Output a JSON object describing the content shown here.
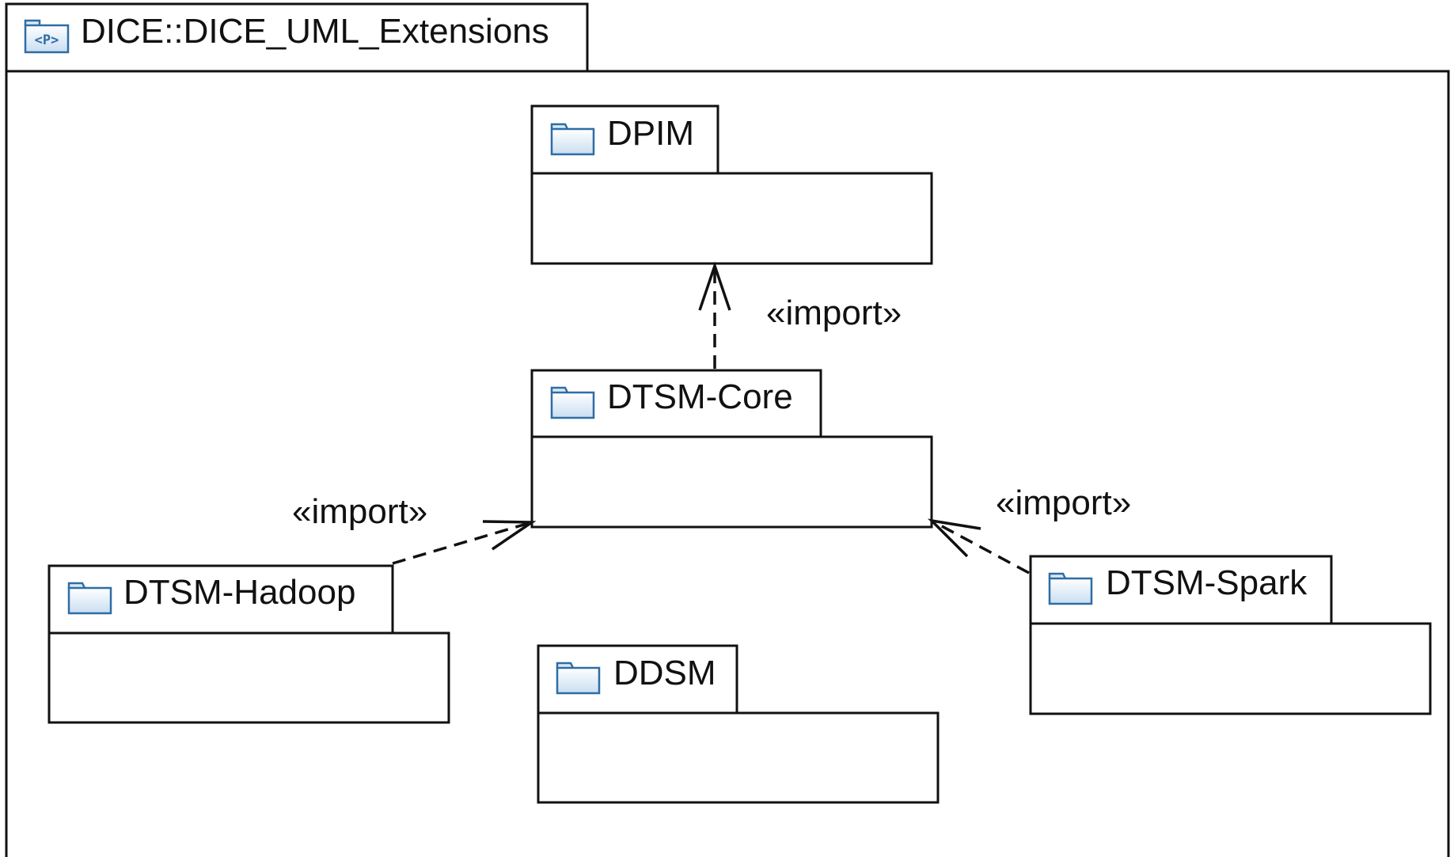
{
  "diagram": {
    "outer_package": {
      "title": "DICE::DICE_UML_Extensions",
      "icon": "profile-package-icon"
    },
    "packages": {
      "dpim": {
        "title": "DPIM",
        "icon": "package-folder-icon"
      },
      "dtsm_core": {
        "title": "DTSM-Core",
        "icon": "package-folder-icon"
      },
      "dtsm_hadoop": {
        "title": "DTSM-Hadoop",
        "icon": "package-folder-icon"
      },
      "ddsm": {
        "title": "DDSM",
        "icon": "package-folder-icon"
      },
      "dtsm_spark": {
        "title": "DTSM-Spark",
        "icon": "package-folder-icon"
      }
    },
    "relations": [
      {
        "from": "DTSM-Core",
        "to": "DPIM",
        "label": "«import»"
      },
      {
        "from": "DTSM-Hadoop",
        "to": "DTSM-Core",
        "label": "«import»"
      },
      {
        "from": "DTSM-Spark",
        "to": "DTSM-Core",
        "label": "«import»"
      }
    ],
    "colors": {
      "line": "#111111",
      "icon_stroke": "#2e6da4",
      "icon_fill": "#dbe9f6"
    }
  }
}
